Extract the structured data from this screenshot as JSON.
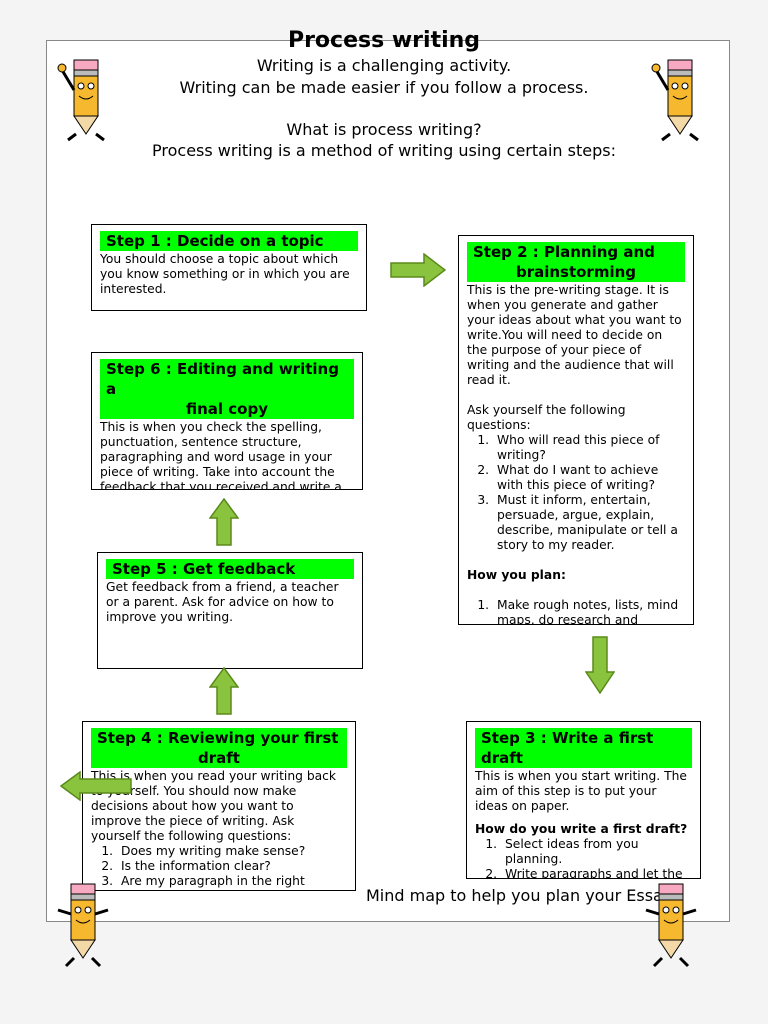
{
  "header": {
    "title": "Process writing",
    "line1": "Writing is a challenging activity.",
    "line2": "Writing can be made easier if you follow a process.",
    "question": "What is process writing?",
    "answer": "Process writing is a method of writing using certain steps:"
  },
  "step1": {
    "heading": "Step 1 : Decide on a topic",
    "body": "You should choose a topic about which you know something or in which you are interested."
  },
  "step2": {
    "heading_line1": "Step 2 : Planning and",
    "heading_line2": "brainstorming",
    "body": "This is the pre-writing stage.  It is when you generate and gather your ideas about what you want to write.You will need to decide on the purpose of your piece of writing and the audience that will read it.",
    "ask": "Ask yourself the following questions:",
    "questions": [
      "Who will read this piece of writing?",
      "What do I want to achieve with this piece of writing?",
      "Must it inform, entertain, persuade, argue, explain, describe, manipulate or tell a story to my reader."
    ],
    "plan_heading": "How you plan:",
    "plan_items": [
      "Make rough notes, lists, mind maps, do research and"
    ]
  },
  "step3": {
    "heading": "Step 3 : Write a first draft",
    "body": "This is when you start writing.  The aim of this step is to put your ideas on paper.",
    "sub_heading": "How do you write a first draft?",
    "items": [
      "Select ideas from you planning.",
      "Write paragraphs and let the"
    ]
  },
  "step4": {
    "heading_line1": "Step 4 : Reviewing your first",
    "heading_line2": "draft",
    "body": "This is when you read your writing back to yourself.  You should now make decisions about how you want to improve the piece of writing.  Ask yourself the following questions:",
    "items": [
      "Does my writing make sense?",
      "Is the information clear?",
      "Are my paragraph in the right"
    ]
  },
  "step5": {
    "heading": "Step 5 : Get feedback",
    "body": "Get feedback from a friend, a teacher or a parent.  Ask for advice on how to improve you writing."
  },
  "step6": {
    "heading_line1": "Step 6 : Editing and writing a",
    "heading_line2": "final copy",
    "body": "This is when you check the spelling, punctuation, sentence structure, paragraphing and word usage in your piece of writing.  Take into account the feedback that you received and write a final copy."
  },
  "footer": "Mind map to help you plan your Essay",
  "colors": {
    "highlight": "#00ff00",
    "arrow_fill": "#8ac43f",
    "arrow_stroke": "#5a8a1a"
  },
  "icons": [
    "pencil-mascot-icon",
    "right-arrow-icon",
    "down-arrow-icon",
    "up-arrow-icon",
    "left-arrow-icon"
  ]
}
